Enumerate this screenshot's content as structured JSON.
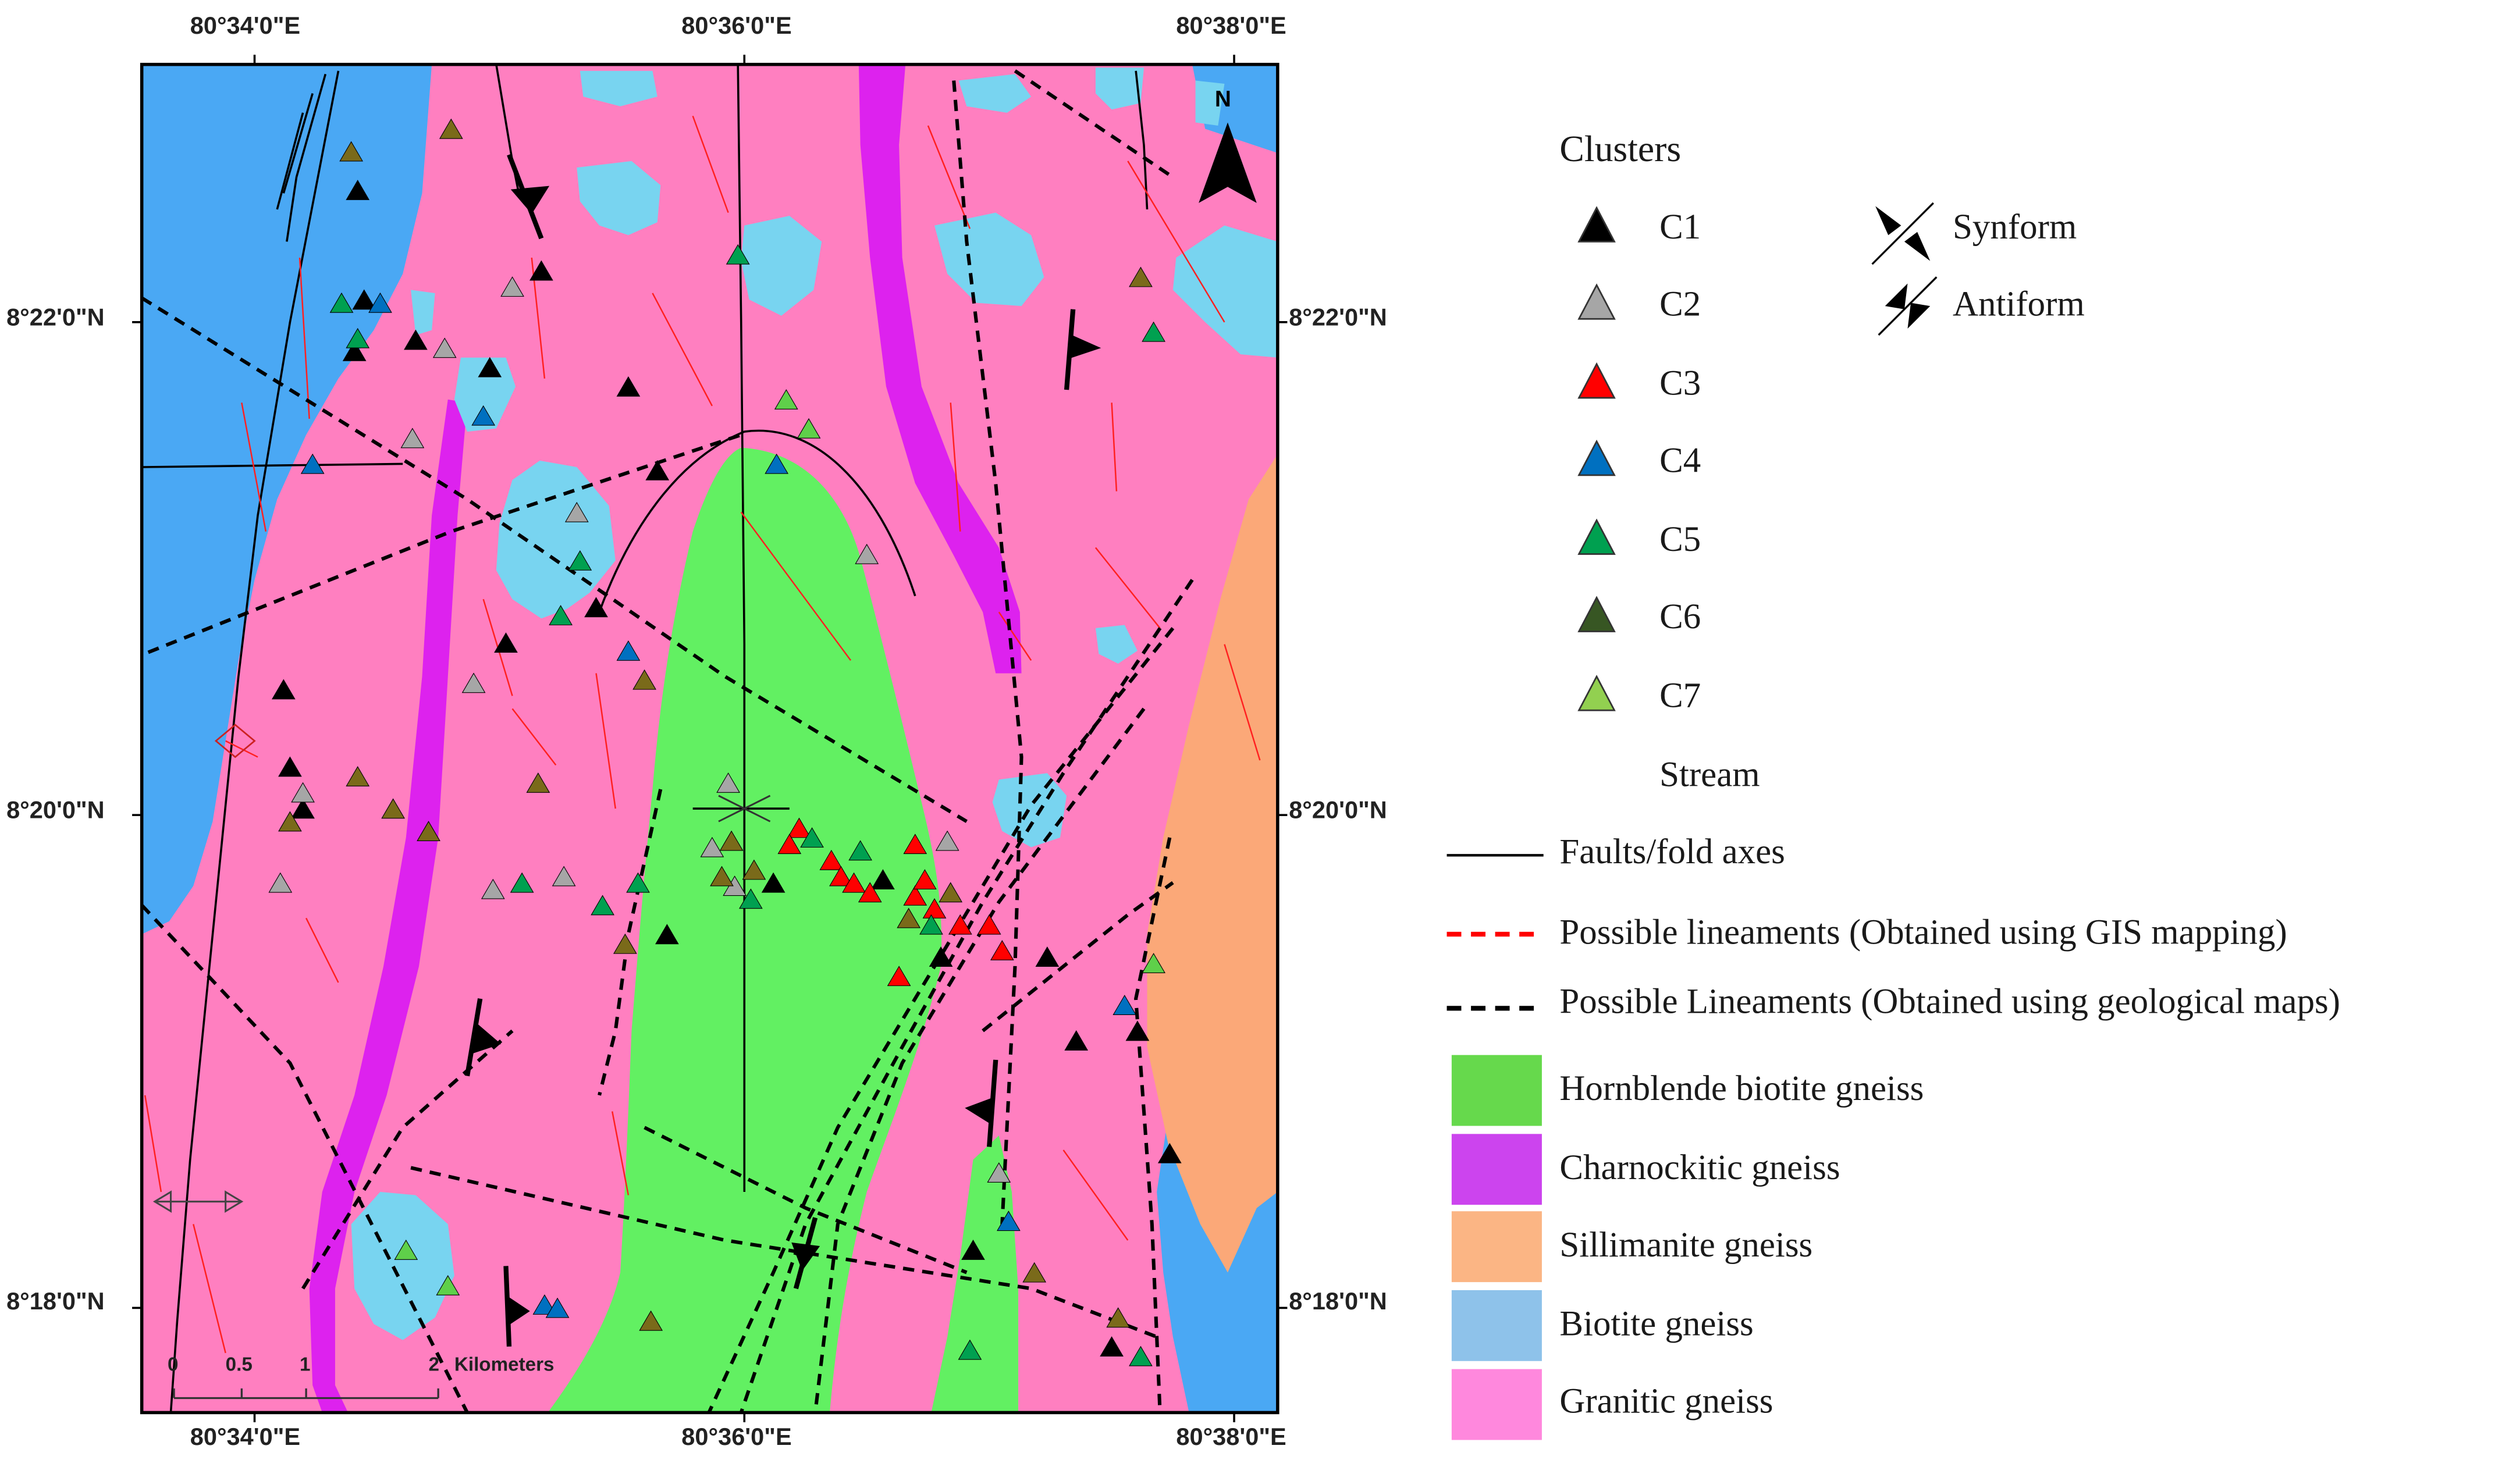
{
  "map": {
    "top_lon_labels": [
      "80°34'0\"E",
      "80°36'0\"E",
      "80°38'0\"E"
    ],
    "bottom_lon_labels": [
      "80°34'0\"E",
      "80°36'0\"E",
      "80°38'0\"E"
    ],
    "left_lat_labels": [
      "8°22'0\"N",
      "8°20'0\"N",
      "8°18'0\"N"
    ],
    "right_lat_labels": [
      "8°22'0\"N",
      "8°20'0\"N",
      "8°18'0\"N"
    ],
    "north_label": "N",
    "scale_bar": {
      "ticks": [
        "0",
        "0.5",
        "1",
        "2"
      ],
      "unit": "Kilometers"
    },
    "colors": {
      "granitic": "#ff7fc0",
      "biotite": "#4aa8f4",
      "biotite_pale": "#78d4f0",
      "hornblende": "#62f062",
      "charnockitic": "#dd22ee",
      "sillimanite": "#fba878"
    }
  },
  "legend": {
    "clusters_title": "Clusters",
    "clusters": [
      {
        "label": "C1",
        "color": "#000000"
      },
      {
        "label": "C2",
        "color": "#a6a6a6"
      },
      {
        "label": "C3",
        "color": "#ff0000"
      },
      {
        "label": "C4",
        "color": "#0070c0"
      },
      {
        "label": "C5",
        "color": "#00a050"
      },
      {
        "label": "C6",
        "color": "#375623"
      },
      {
        "label": "C7",
        "color": "#92d050"
      }
    ],
    "structures": [
      {
        "label": "Synform",
        "icon": "synform-icon"
      },
      {
        "label": "Antiform",
        "icon": "antiform-icon"
      }
    ],
    "lines": [
      {
        "label": "Stream",
        "style": "none"
      },
      {
        "label": "Faults/fold axes",
        "style": "solid"
      },
      {
        "label": "Possible lineaments  (Obtained  using  GIS  mapping)",
        "style": "red-dash"
      },
      {
        "label": "Possible Lineaments  (Obtained  using  geological  maps)",
        "style": "black-dash"
      }
    ],
    "units": [
      {
        "label": "Hornblende  biotite  gneiss",
        "color": "#66d94c"
      },
      {
        "label": "Charnockitic  gneiss",
        "color": "#cc44ee"
      },
      {
        "label": "Sillimanite  gneiss",
        "color": "#fbb584"
      },
      {
        "label": "Biotite  gneiss",
        "color": "#8ec2ea"
      },
      {
        "label": "Granitic  gneiss",
        "color": "#ff88dd"
      }
    ]
  }
}
